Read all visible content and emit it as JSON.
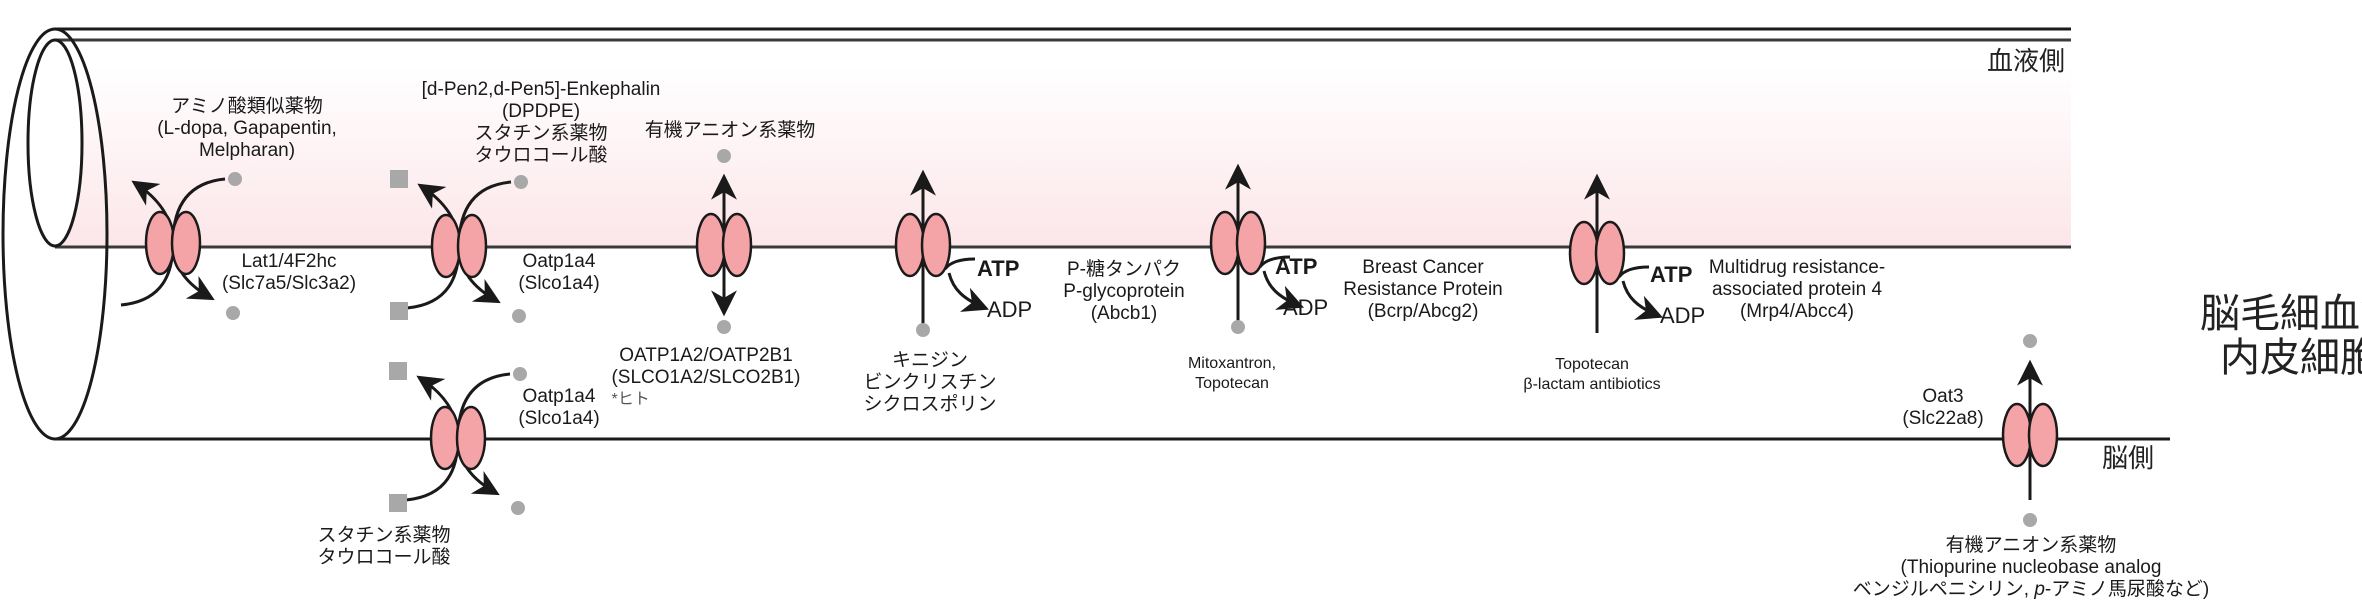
{
  "colors": {
    "transporter_fill": "#f4a3a6",
    "transporter_stroke": "#1a1a1a",
    "substrate_gray": "#a8a8a8",
    "blood_gradient_end": "#fce6e9",
    "line": "#1a1a1a"
  },
  "regions": {
    "blood_side": "血液側",
    "brain_side": "脳側",
    "cell_line1": "脳毛細血管",
    "cell_line2": "内皮細胞"
  },
  "energy": {
    "atp": "ATP",
    "adp": "ADP"
  },
  "transporters": [
    {
      "id": "lat1",
      "name": "Lat1/4F2hc",
      "gene": "(Slc7a5/Slc3a2)",
      "membrane": "luminal",
      "mode": "exchange",
      "substrate_labels": [
        "アミノ酸類似薬物",
        "(L-dopa, Gapapentin,",
        "Melpharan)"
      ]
    },
    {
      "id": "oatp1a4-luminal",
      "name": "Oatp1a4",
      "gene": "(Slco1a4)",
      "membrane": "luminal",
      "mode": "exchange",
      "substrate_labels": [
        "[d-Pen2,d-Pen5]-Enkephalin",
        "(DPDPE)",
        "スタチン系薬物",
        "タウロコール酸"
      ]
    },
    {
      "id": "oatp1a4-abluminal",
      "name": "Oatp1a4",
      "gene": "(Slco1a4)",
      "membrane": "abluminal",
      "mode": "exchange",
      "substrate_labels": [
        "スタチン系薬物",
        "タウロコール酸"
      ]
    },
    {
      "id": "oatp1a2",
      "name": "OATP1A2/OATP2B1",
      "gene": "(SLCO1A2/SLCO2B1)",
      "note": "*ヒト",
      "membrane": "luminal",
      "mode": "bidirectional",
      "substrate_labels": [
        "有機アニオン系薬物"
      ]
    },
    {
      "id": "pgp",
      "name_lines": [
        "P-糖タンパク",
        "P-glycoprotein",
        "(Abcb1)"
      ],
      "membrane": "luminal",
      "mode": "atp-efflux",
      "substrate_labels": [
        "キニジン",
        "ビンクリスチン",
        "シクロスポリン"
      ]
    },
    {
      "id": "bcrp",
      "name_lines": [
        "Breast Cancer",
        "Resistance Protein",
        "(Bcrp/Abcg2)"
      ],
      "membrane": "luminal",
      "mode": "atp-efflux",
      "substrate_labels": [
        "Mitoxantron,",
        "Topotecan"
      ]
    },
    {
      "id": "mrp4",
      "name_lines": [
        "Multidrug resistance-",
        "associated protein 4",
        "(Mrp4/Abcc4)"
      ],
      "membrane": "luminal",
      "mode": "atp-efflux",
      "substrate_labels": [
        "Topotecan",
        "β-lactam antibiotics"
      ]
    },
    {
      "id": "oat3",
      "name": "Oat3",
      "gene": "(Slc22a8)",
      "membrane": "abluminal",
      "mode": "uptake",
      "substrate_labels": [
        "有機アニオン系薬物",
        "(Thiopurine nucleobase analog"
      ],
      "substrate_line3_prefix": "ベンジルペニシリン, ",
      "substrate_line3_italic": "p",
      "substrate_line3_suffix": "-アミノ馬尿酸など)"
    }
  ]
}
